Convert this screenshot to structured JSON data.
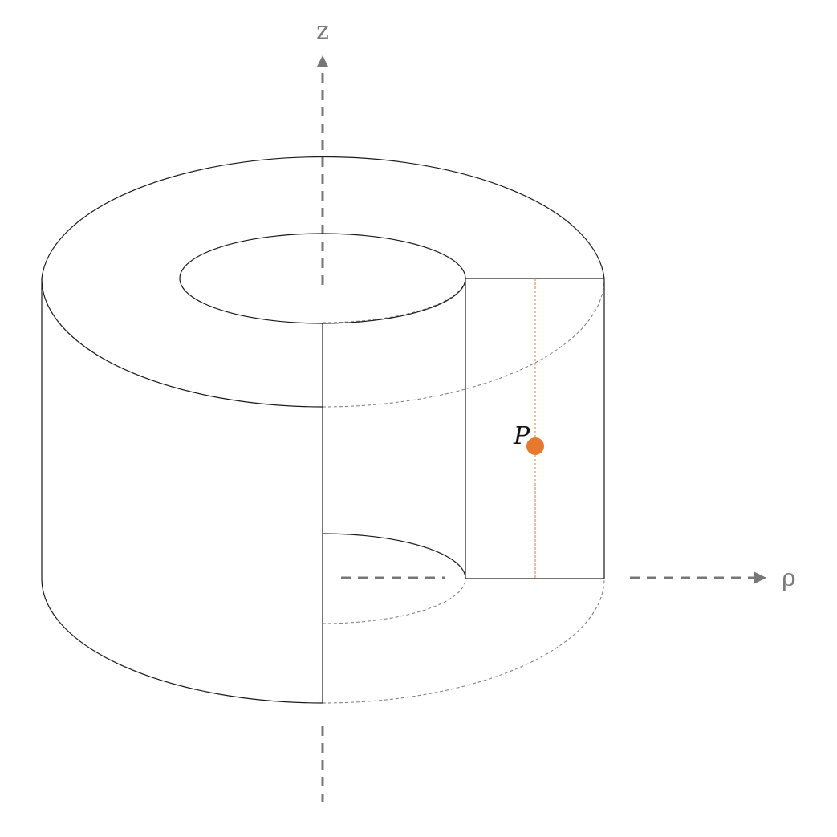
{
  "axes": {
    "z_label": "z",
    "rho_label": "ρ"
  },
  "point": {
    "label": "P",
    "color": "#E8782E"
  },
  "colors": {
    "outline": "#1a1a1a",
    "hidden_edge": "#7a7a7a",
    "axis": "#777777",
    "guide_line": "#E8782E"
  }
}
